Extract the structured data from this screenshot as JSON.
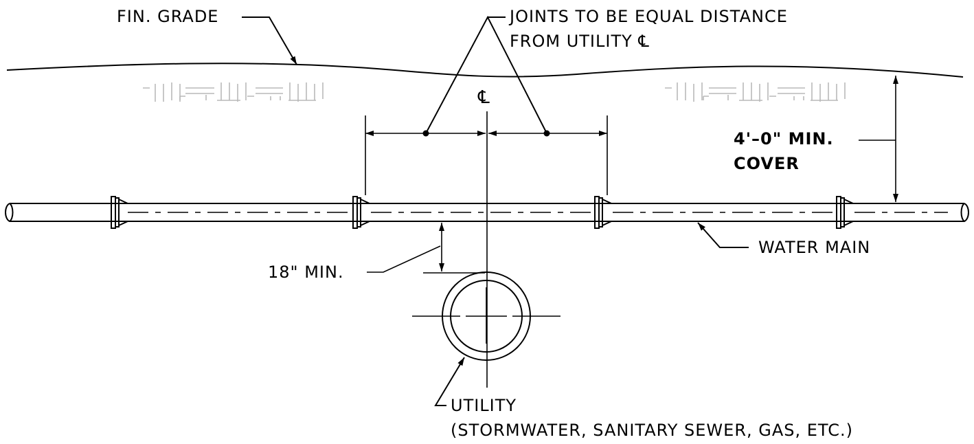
{
  "labels": {
    "fin_grade": "FIN. GRADE",
    "joints_line1": "JOINTS TO BE EQUAL DISTANCE",
    "joints_line2": "FROM UTILITY ℄",
    "centerline": "℄",
    "cover_line1": "4'–0\"  MIN.",
    "cover_line2": "COVER",
    "water_main": "WATER MAIN",
    "min_18": "18\"  MIN.",
    "utility_line1": "UTILITY",
    "utility_line2": "(STORMWATER, SANITARY SEWER, GAS, ETC.)"
  }
}
